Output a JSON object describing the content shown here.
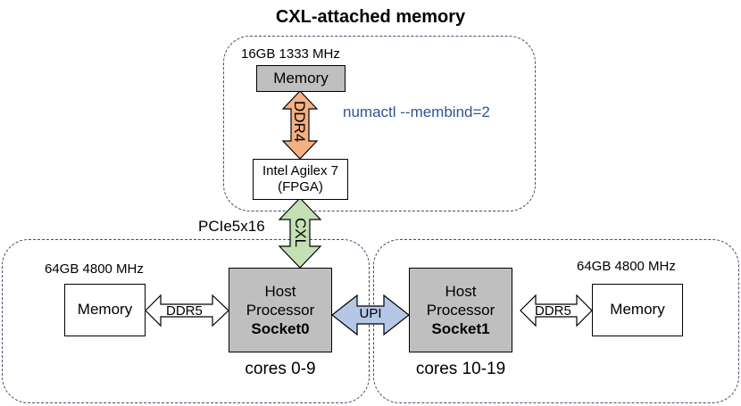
{
  "title": "CXL-attached memory",
  "cxl_node": {
    "memory_spec": "16GB 1333 MHz",
    "memory_label": "Memory",
    "link_label": "DDR4",
    "fpga_line1": "Intel Agilex 7",
    "fpga_line2": "(FPGA)",
    "command": "numactl --membind=2"
  },
  "cxl_link": {
    "pcie_label": "PCIe5x16",
    "link_label": "CXL"
  },
  "socket0": {
    "memory_spec": "64GB 4800 MHz",
    "memory_label": "Memory",
    "link_label": "DDR5",
    "host_line1": "Host",
    "host_line2": "Processor",
    "socket_name": "Socket0",
    "cores": "cores 0-9"
  },
  "interconnect": {
    "label": "UPI"
  },
  "socket1": {
    "memory_spec": "64GB 4800 MHz",
    "memory_label": "Memory",
    "link_label": "DDR5",
    "host_line1": "Host",
    "host_line2": "Processor",
    "socket_name": "Socket1",
    "cores": "cores 10-19"
  },
  "colors": {
    "ddr4_arrow": "#f4b183",
    "cxl_arrow": "#c5e0b4",
    "upi_arrow": "#b4c7e7",
    "ddr5_arrow": "#ffffff",
    "command_text": "#2f5597",
    "dashed_border": "#3f4f6b",
    "processor_fill": "#bfbfbf"
  }
}
